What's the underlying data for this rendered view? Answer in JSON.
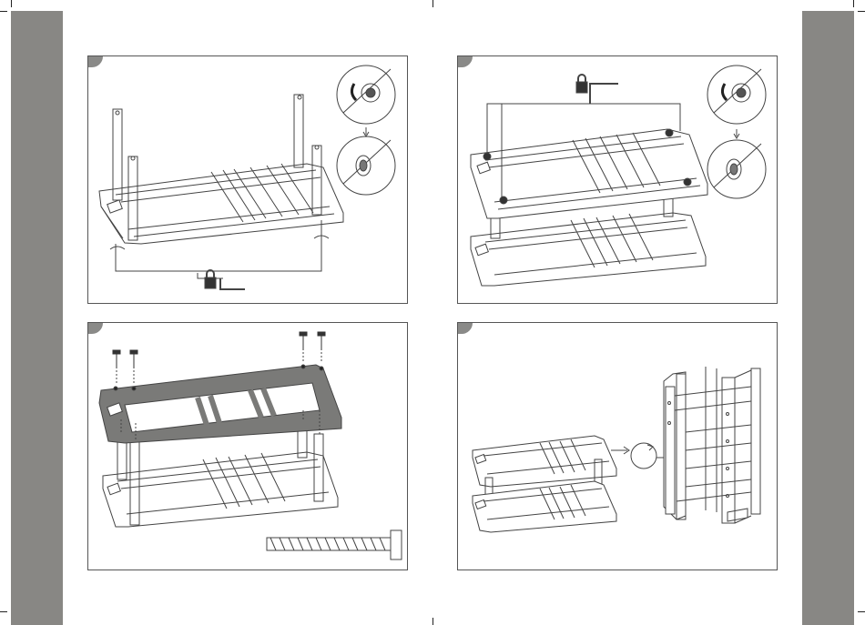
{
  "page": {
    "panels": [
      {
        "id": "step-1",
        "icon": "lock-icon"
      },
      {
        "id": "step-2",
        "icon": "lock-icon"
      },
      {
        "id": "step-3",
        "icon": "screw-icon"
      },
      {
        "id": "step-4",
        "icon": "rotate-icon"
      }
    ],
    "colors": {
      "band": "#888784",
      "line": "#444444",
      "shelf_dark": "#7a7a78"
    }
  }
}
